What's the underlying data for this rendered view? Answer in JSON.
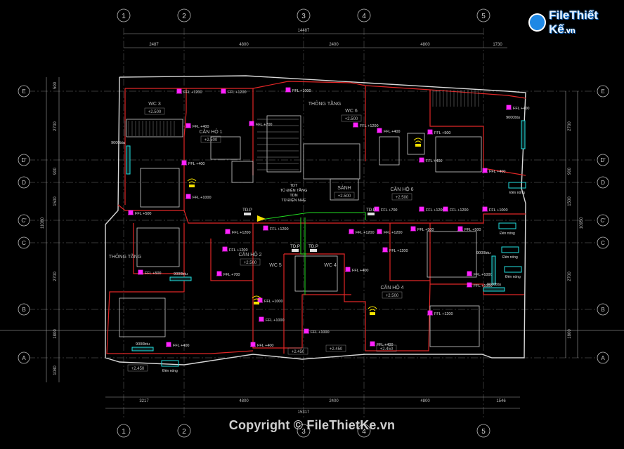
{
  "watermark": {
    "brand_part1": "File",
    "brand_part2": "Thiết Kế",
    "brand_suffix": ".vn"
  },
  "copyright": "Copyright © FileThietKe.vn",
  "grid_axes": {
    "numbers": [
      "1",
      "2",
      "3",
      "4",
      "5"
    ],
    "letters": [
      "E",
      "D'",
      "D",
      "C'",
      "C",
      "B",
      "A"
    ]
  },
  "dimensions": {
    "top_total": "14487",
    "top_parts": [
      "2487",
      "4800",
      "2400",
      "4800",
      "1730"
    ],
    "bottom_total": "15317",
    "bottom_parts": [
      "3217",
      "4800",
      "2400",
      "4800",
      "1546"
    ],
    "left_total": "11080",
    "left_parts": [
      "500",
      "2700",
      "900",
      "1500",
      "2700",
      "1800",
      "1080"
    ],
    "right_total": "10950",
    "right_parts": [
      "2700",
      "900",
      "1500",
      "2700",
      "1800"
    ]
  },
  "fixtures": [
    {
      "label": "FFL +1200"
    },
    {
      "label": "FFL +1200"
    },
    {
      "label": "FFL +1000"
    },
    {
      "label": "FFL +400"
    },
    {
      "label": "FFL +700"
    },
    {
      "label": "FFL +1200"
    },
    {
      "label": "FFL +400"
    },
    {
      "label": "FFL +500"
    },
    {
      "label": "FFL +400"
    },
    {
      "label": "FFL +1000"
    },
    {
      "label": "FFL +400"
    },
    {
      "label": "FFL +500"
    },
    {
      "label": "FFL +700"
    },
    {
      "label": "FFL +1200"
    },
    {
      "label": "FFL +1200"
    },
    {
      "label": "FFL +1000"
    },
    {
      "label": "FFL +1200"
    },
    {
      "label": "FFL +1200"
    },
    {
      "label": "FFL +1200"
    },
    {
      "label": "FFL +500"
    },
    {
      "label": "FFL +1200"
    },
    {
      "label": "FFL +1200"
    },
    {
      "label": "FFL +1200"
    },
    {
      "label": "FFL +700"
    },
    {
      "label": "FFL +500"
    },
    {
      "label": "FFL +400"
    },
    {
      "label": "FFL +400"
    },
    {
      "label": "FFL +500"
    },
    {
      "label": "FFL +1000"
    },
    {
      "label": "FFL +1000"
    },
    {
      "label": "FFL +400"
    },
    {
      "label": "FFL +1000"
    },
    {
      "label": "FFL +1000"
    },
    {
      "label": "FFL +1200"
    },
    {
      "label": "FFL +400"
    },
    {
      "label": "FFL +1000"
    },
    {
      "label": "FFL +400"
    },
    {
      "label": "FFL +400"
    }
  ],
  "rooms": [
    {
      "label": "WC 3",
      "level": "+2.500"
    },
    {
      "label": "CĂN HỘ 1",
      "level": "+2.500"
    },
    {
      "label": "THÔNG TẦNG",
      "level": ""
    },
    {
      "label": "WC 6",
      "level": "+2.500"
    },
    {
      "label": "SẢNH",
      "level": "+2.500"
    },
    {
      "label": "CĂN HỘ 6",
      "level": "+2.500"
    },
    {
      "label": "CĂN HỘ 2",
      "level": "+2.500"
    },
    {
      "label": "THÔNG TẦNG",
      "level": ""
    },
    {
      "label": "WC 5",
      "level": ""
    },
    {
      "label": "WC 4",
      "level": ""
    },
    {
      "label": "CĂN HỘ 4",
      "level": "+2.500"
    },
    {
      "label": "",
      "level": "+2.450"
    },
    {
      "label": "",
      "level": "+2.450"
    },
    {
      "label": "",
      "level": "+2.450"
    },
    {
      "label": "",
      "level": "+2.450"
    }
  ],
  "panels": {
    "td_label": "TD.P",
    "main_panel_line1": "TDT",
    "main_panel_line2": "TỦ ĐIỆN TẦNG",
    "main_panel_line3": "TDN",
    "main_panel_line4": "TỦ ĐIỆN NHẸ"
  },
  "equipment": {
    "ac_unit": "9000btu",
    "heater": "Đèn nóng"
  }
}
